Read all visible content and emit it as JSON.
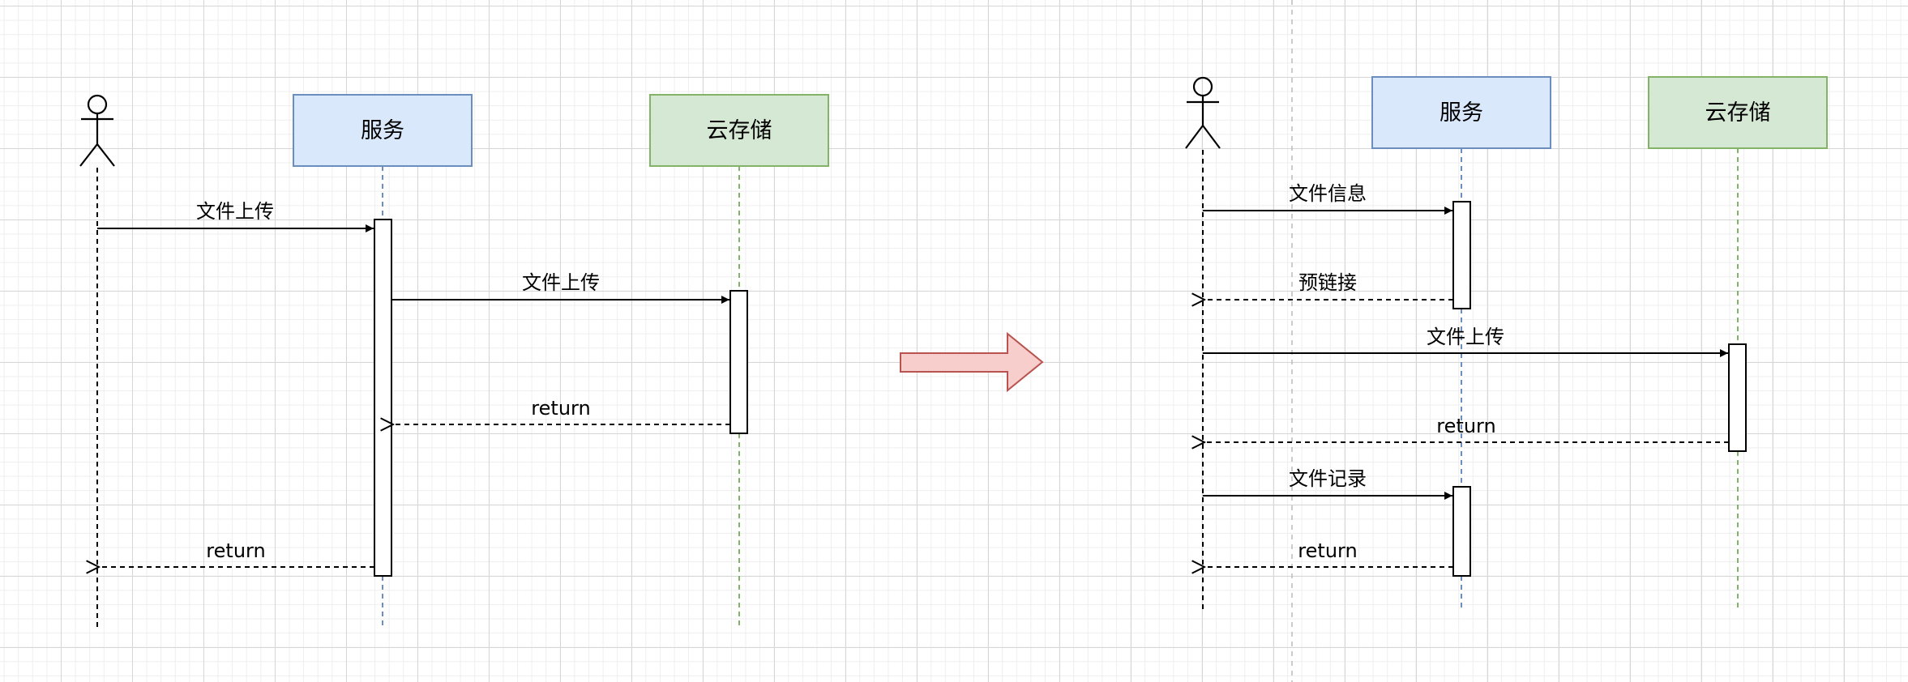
{
  "colors": {
    "service_fill": "#dae8fc",
    "service_stroke": "#6c8ebf",
    "storage_fill": "#d5e8d4",
    "storage_stroke": "#82b366",
    "arrow_fill": "#f8cecc",
    "arrow_stroke": "#b85450",
    "line": "#000000"
  },
  "left_diagram": {
    "service_label": "服务",
    "storage_label": "云存储",
    "messages": {
      "upload_1": "文件上传",
      "upload_2": "文件上传",
      "return_1": "return",
      "return_2": "return"
    }
  },
  "right_diagram": {
    "service_label": "服务",
    "storage_label": "云存储",
    "messages": {
      "file_info": "文件信息",
      "presigned_link": "预链接",
      "upload": "文件上传",
      "return_upload": "return",
      "file_record": "文件记录",
      "return_record": "return"
    }
  },
  "icons": {
    "actor": "stick-figure-icon",
    "transition": "right-arrow-icon"
  }
}
